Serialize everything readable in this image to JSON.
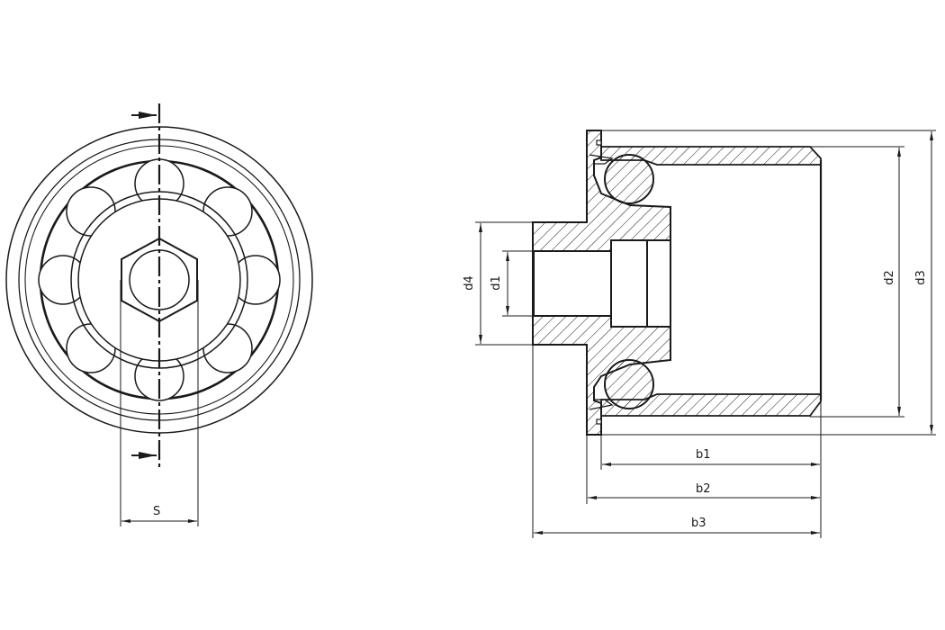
{
  "drawing": {
    "type": "technical engineering drawing",
    "subject": "ball joint / bearing cap component",
    "line_color": "#1a1a1a",
    "background": "#ffffff"
  },
  "views": {
    "front_view": {
      "name": "end view",
      "features": [
        "outer rim circles",
        "bearing ring",
        "8 balls",
        "hex socket",
        "center bore",
        "section arrows"
      ],
      "ball_count": 8,
      "dimension_labels": {
        "s": "S"
      }
    },
    "section_view": {
      "name": "sectional side view",
      "dimension_labels": {
        "d1": "d1",
        "d2": "d2",
        "d3": "d3",
        "d4": "d4",
        "b1": "b1",
        "b2": "b2",
        "b3": "b3"
      }
    }
  }
}
